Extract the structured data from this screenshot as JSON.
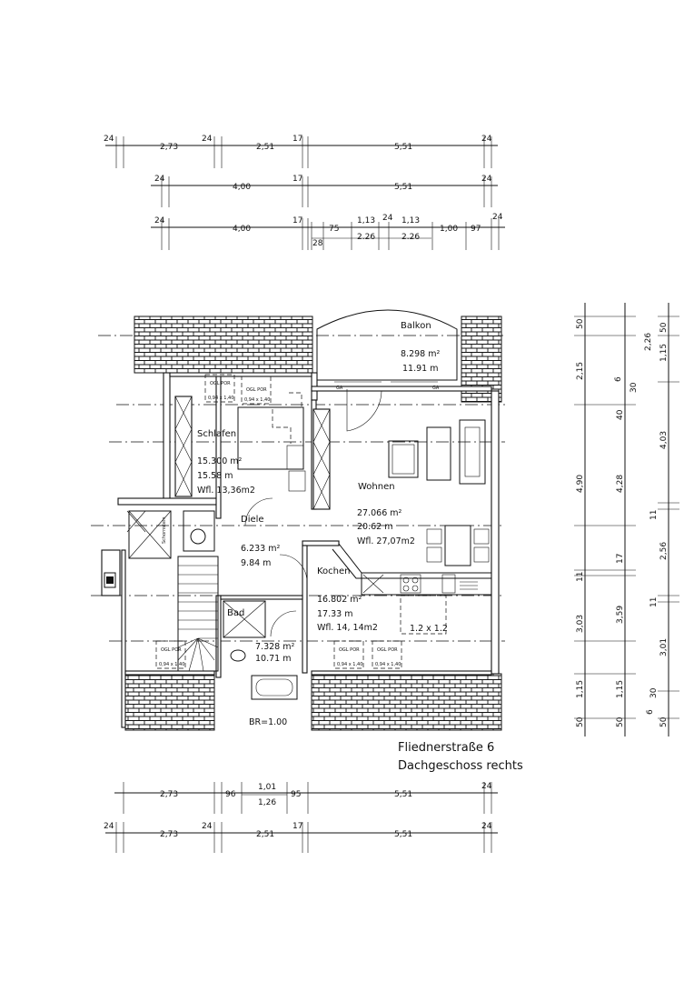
{
  "title": {
    "street": "Fliednerstraße 6",
    "floor": "Dachgeschoss rechts"
  },
  "rooms": {
    "balkon": {
      "name": "Balkon",
      "area": "8.298  m²",
      "perimeter": "11.91  m"
    },
    "schlafen": {
      "name": "Schlafen",
      "area": "15.300  m²",
      "perimeter": "15.58  m",
      "wfl": "Wfl. 13,36m2"
    },
    "wohnen": {
      "name": "Wohnen",
      "area": "27.066  m²",
      "perimeter": "20.62  m",
      "wfl": "Wfl. 27,07m2"
    },
    "diele": {
      "name": "Diele",
      "area": "6.233  m²",
      "perimeter": "9.84  m"
    },
    "kochen": {
      "name": "Kochen",
      "area": "16.802  m²",
      "perimeter": "17.33  m",
      "wfl": "Wfl. 14, 14m2"
    },
    "bad": {
      "name": "Bad",
      "area": "7.328  m²",
      "perimeter": "10.71  m"
    }
  },
  "labels": {
    "brh": "BR=1.00",
    "table": "1.2 x 1.2",
    "ga_left": "GA",
    "ga_right": "GA",
    "schornstein": "Schornstein",
    "window_a": "OGL POR",
    "window_a_size": "0,94 x 1,40",
    "window_b": "OGL POR",
    "window_b_size": "0,94 x 1,40",
    "window_c": "OGL POR",
    "window_c_size": "0,94 x 1,40",
    "window_d": "OGL POR",
    "window_d_size": "0,94 x 1,40",
    "window_e": "OGL POR",
    "window_e_size": "0,94 x 1,40"
  },
  "dims_top": {
    "row1": [
      "24",
      "2,73",
      "24",
      "2,51",
      "17",
      "5,51",
      "24"
    ],
    "row2": [
      "24",
      "4,00",
      "17",
      "5,51",
      "24"
    ],
    "row3": [
      "24",
      "4,00",
      "17",
      "75",
      "1,13",
      "24",
      "1,13",
      "1,00",
      "97",
      "24"
    ],
    "row3_sub": [
      "28",
      "2.26",
      "2.26"
    ]
  },
  "dims_bottom": {
    "row1": [
      "2,73",
      "96",
      "1,01",
      "1,26",
      "95",
      "5,51",
      "24"
    ],
    "row2": [
      "24",
      "2,73",
      "24",
      "2,51",
      "17",
      "5,51",
      "24"
    ]
  },
  "dims_right": {
    "col1": [
      "50",
      "2,15",
      "4,90",
      "11",
      "3,03",
      "1,15",
      "50"
    ],
    "col2": [
      "6",
      "30",
      "40",
      "4,28",
      "17",
      "3,59",
      "1,15",
      "50"
    ],
    "col3": [
      "50",
      "2,26",
      "1,15",
      "4,03",
      "11",
      "2,56",
      "11",
      "3,01",
      "30",
      "6",
      "50"
    ]
  },
  "colors": {
    "ink": "#111111",
    "paper": "#ffffff"
  }
}
